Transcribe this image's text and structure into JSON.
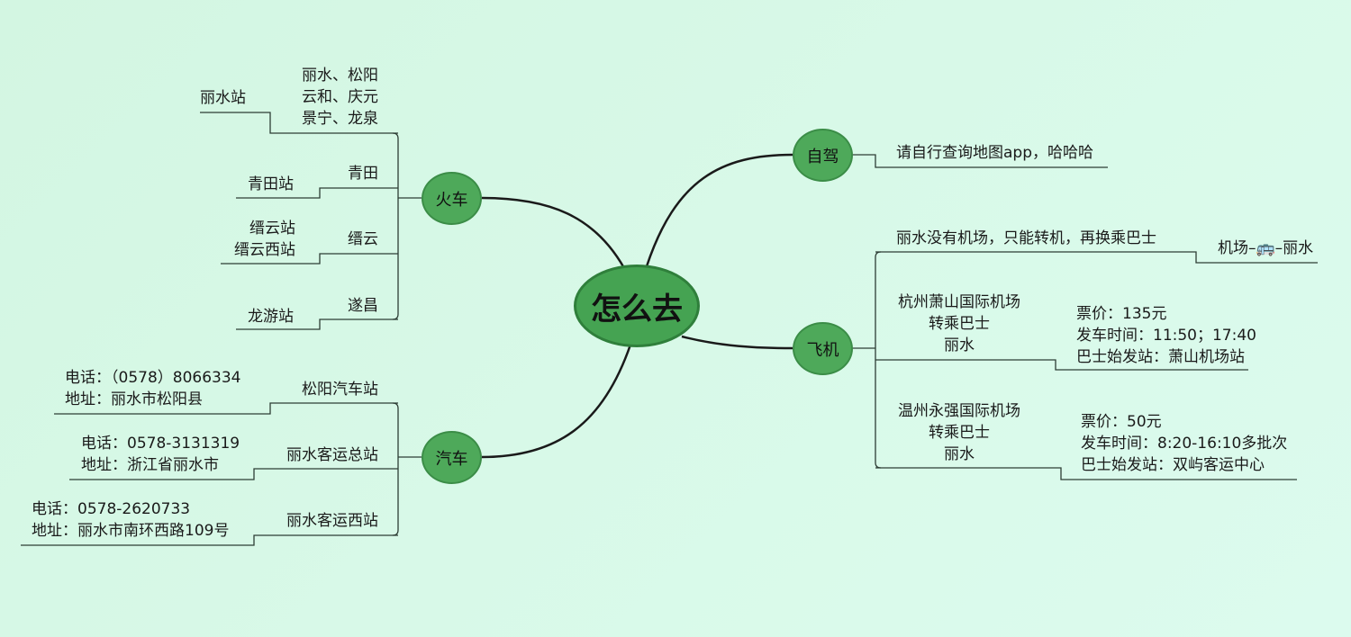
{
  "root": "怎么去",
  "train": {
    "label": "火车",
    "items": [
      {
        "label": [
          "丽水、松阳",
          "云和、庆元",
          "景宁、龙泉"
        ],
        "stations": [
          "丽水站"
        ]
      },
      {
        "label": [
          "青田"
        ],
        "stations": [
          "青田站"
        ]
      },
      {
        "label": [
          "缙云"
        ],
        "stations": [
          "缙云站",
          "缙云西站"
        ]
      },
      {
        "label": [
          "遂昌"
        ],
        "stations": [
          "龙游站"
        ]
      }
    ]
  },
  "bus": {
    "label": "汽车",
    "items": [
      {
        "label": "松阳汽车站",
        "info": [
          "电话：（0578）8066334",
          "地址：丽水市松阳县"
        ]
      },
      {
        "label": "丽水客运总站",
        "info": [
          "电话：0578-3131319",
          "地址：浙江省丽水市"
        ]
      },
      {
        "label": "丽水客运西站",
        "info": [
          "电话：0578-2620733",
          "地址：丽水市南环西路109号"
        ]
      }
    ]
  },
  "drive": {
    "label": "自驾",
    "note": "请自行查询地图app，哈哈哈"
  },
  "plane": {
    "label": "飞机",
    "items": [
      {
        "label": "丽水没有机场，只能转机，再换乘巴士",
        "detail": [
          "机场–🚌–丽水"
        ]
      },
      {
        "label": [
          "杭州萧山国际机场",
          "转乘巴士",
          "丽水"
        ],
        "detail": [
          "票价：135元",
          "发车时间：11:50；17:40",
          "巴士始发站：萧山机场站"
        ]
      },
      {
        "label": [
          "温州永强国际机场",
          "转乘巴士",
          "丽水"
        ],
        "detail": [
          "票价：50元",
          "发车时间：8:20-16:10多批次",
          "巴士始发站：双屿客运中心"
        ]
      }
    ]
  },
  "colors": {
    "node": "#4ea95a",
    "line": "#2a3a33",
    "background": "#d6f8e6"
  }
}
